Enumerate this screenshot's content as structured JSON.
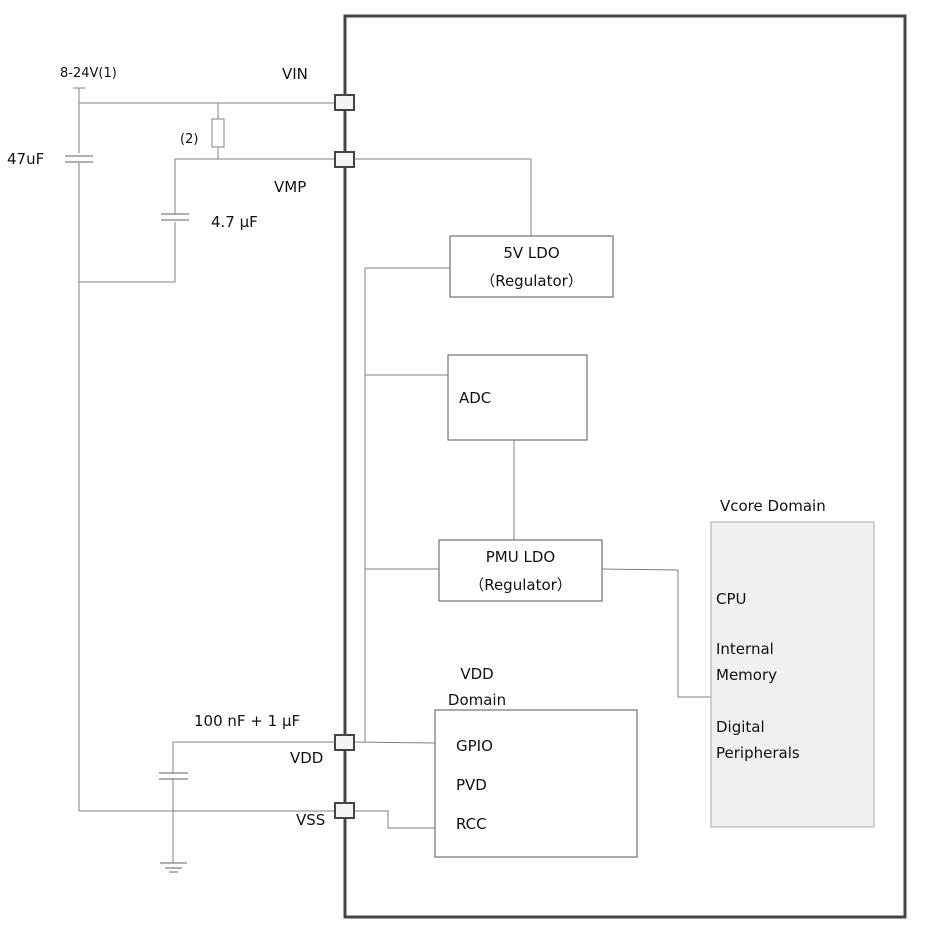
{
  "diagram": {
    "type": "power-supply-scheme",
    "supply": {
      "voltage_label": "8-24V(1)"
    },
    "components": {
      "bulk_cap": "47uF",
      "resistor_note": "(2)",
      "vmp_cap": "4.7 µF",
      "vdd_cap": "100 nF + 1 µF"
    },
    "pins": [
      {
        "id": "vin",
        "label": "VIN"
      },
      {
        "id": "vmp",
        "label": "VMP"
      },
      {
        "id": "vdd",
        "label": "VDD"
      },
      {
        "id": "vss",
        "label": "VSS"
      }
    ],
    "blocks": {
      "ldo5v": {
        "line1": "5V  LDO",
        "line2": "（Regulator）"
      },
      "adc": {
        "label": "ADC"
      },
      "pmu_ldo": {
        "line1": "PMU  LDO",
        "line2": "（Regulator）"
      },
      "vdd_domain": {
        "title_line1": "VDD",
        "title_line2": "Domain",
        "items": [
          "GPIO",
          "PVD",
          "RCC"
        ]
      },
      "vcore_domain": {
        "title": "Vcore Domain",
        "items": [
          "CPU",
          "Internal",
          "Memory",
          "Digital",
          "Peripherals"
        ]
      }
    },
    "colors": {
      "chip_outline": "#444444",
      "wire": "#808080",
      "vcore_fill": "#f0f0f0",
      "pad_fill": "#f4f4f4"
    }
  }
}
